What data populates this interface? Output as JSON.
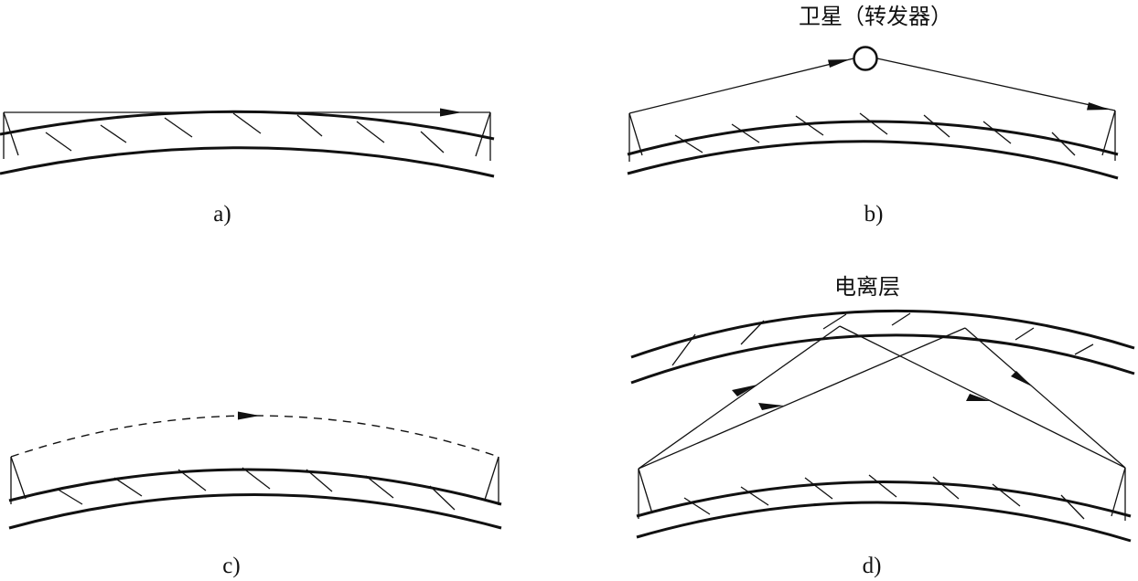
{
  "panels": {
    "a": {
      "caption": "a)"
    },
    "b": {
      "caption": "b)",
      "satellite_label": "卫星（转发器）"
    },
    "c": {
      "caption": "c)"
    },
    "d": {
      "caption": "d)",
      "ionosphere_label": "电离层"
    }
  }
}
